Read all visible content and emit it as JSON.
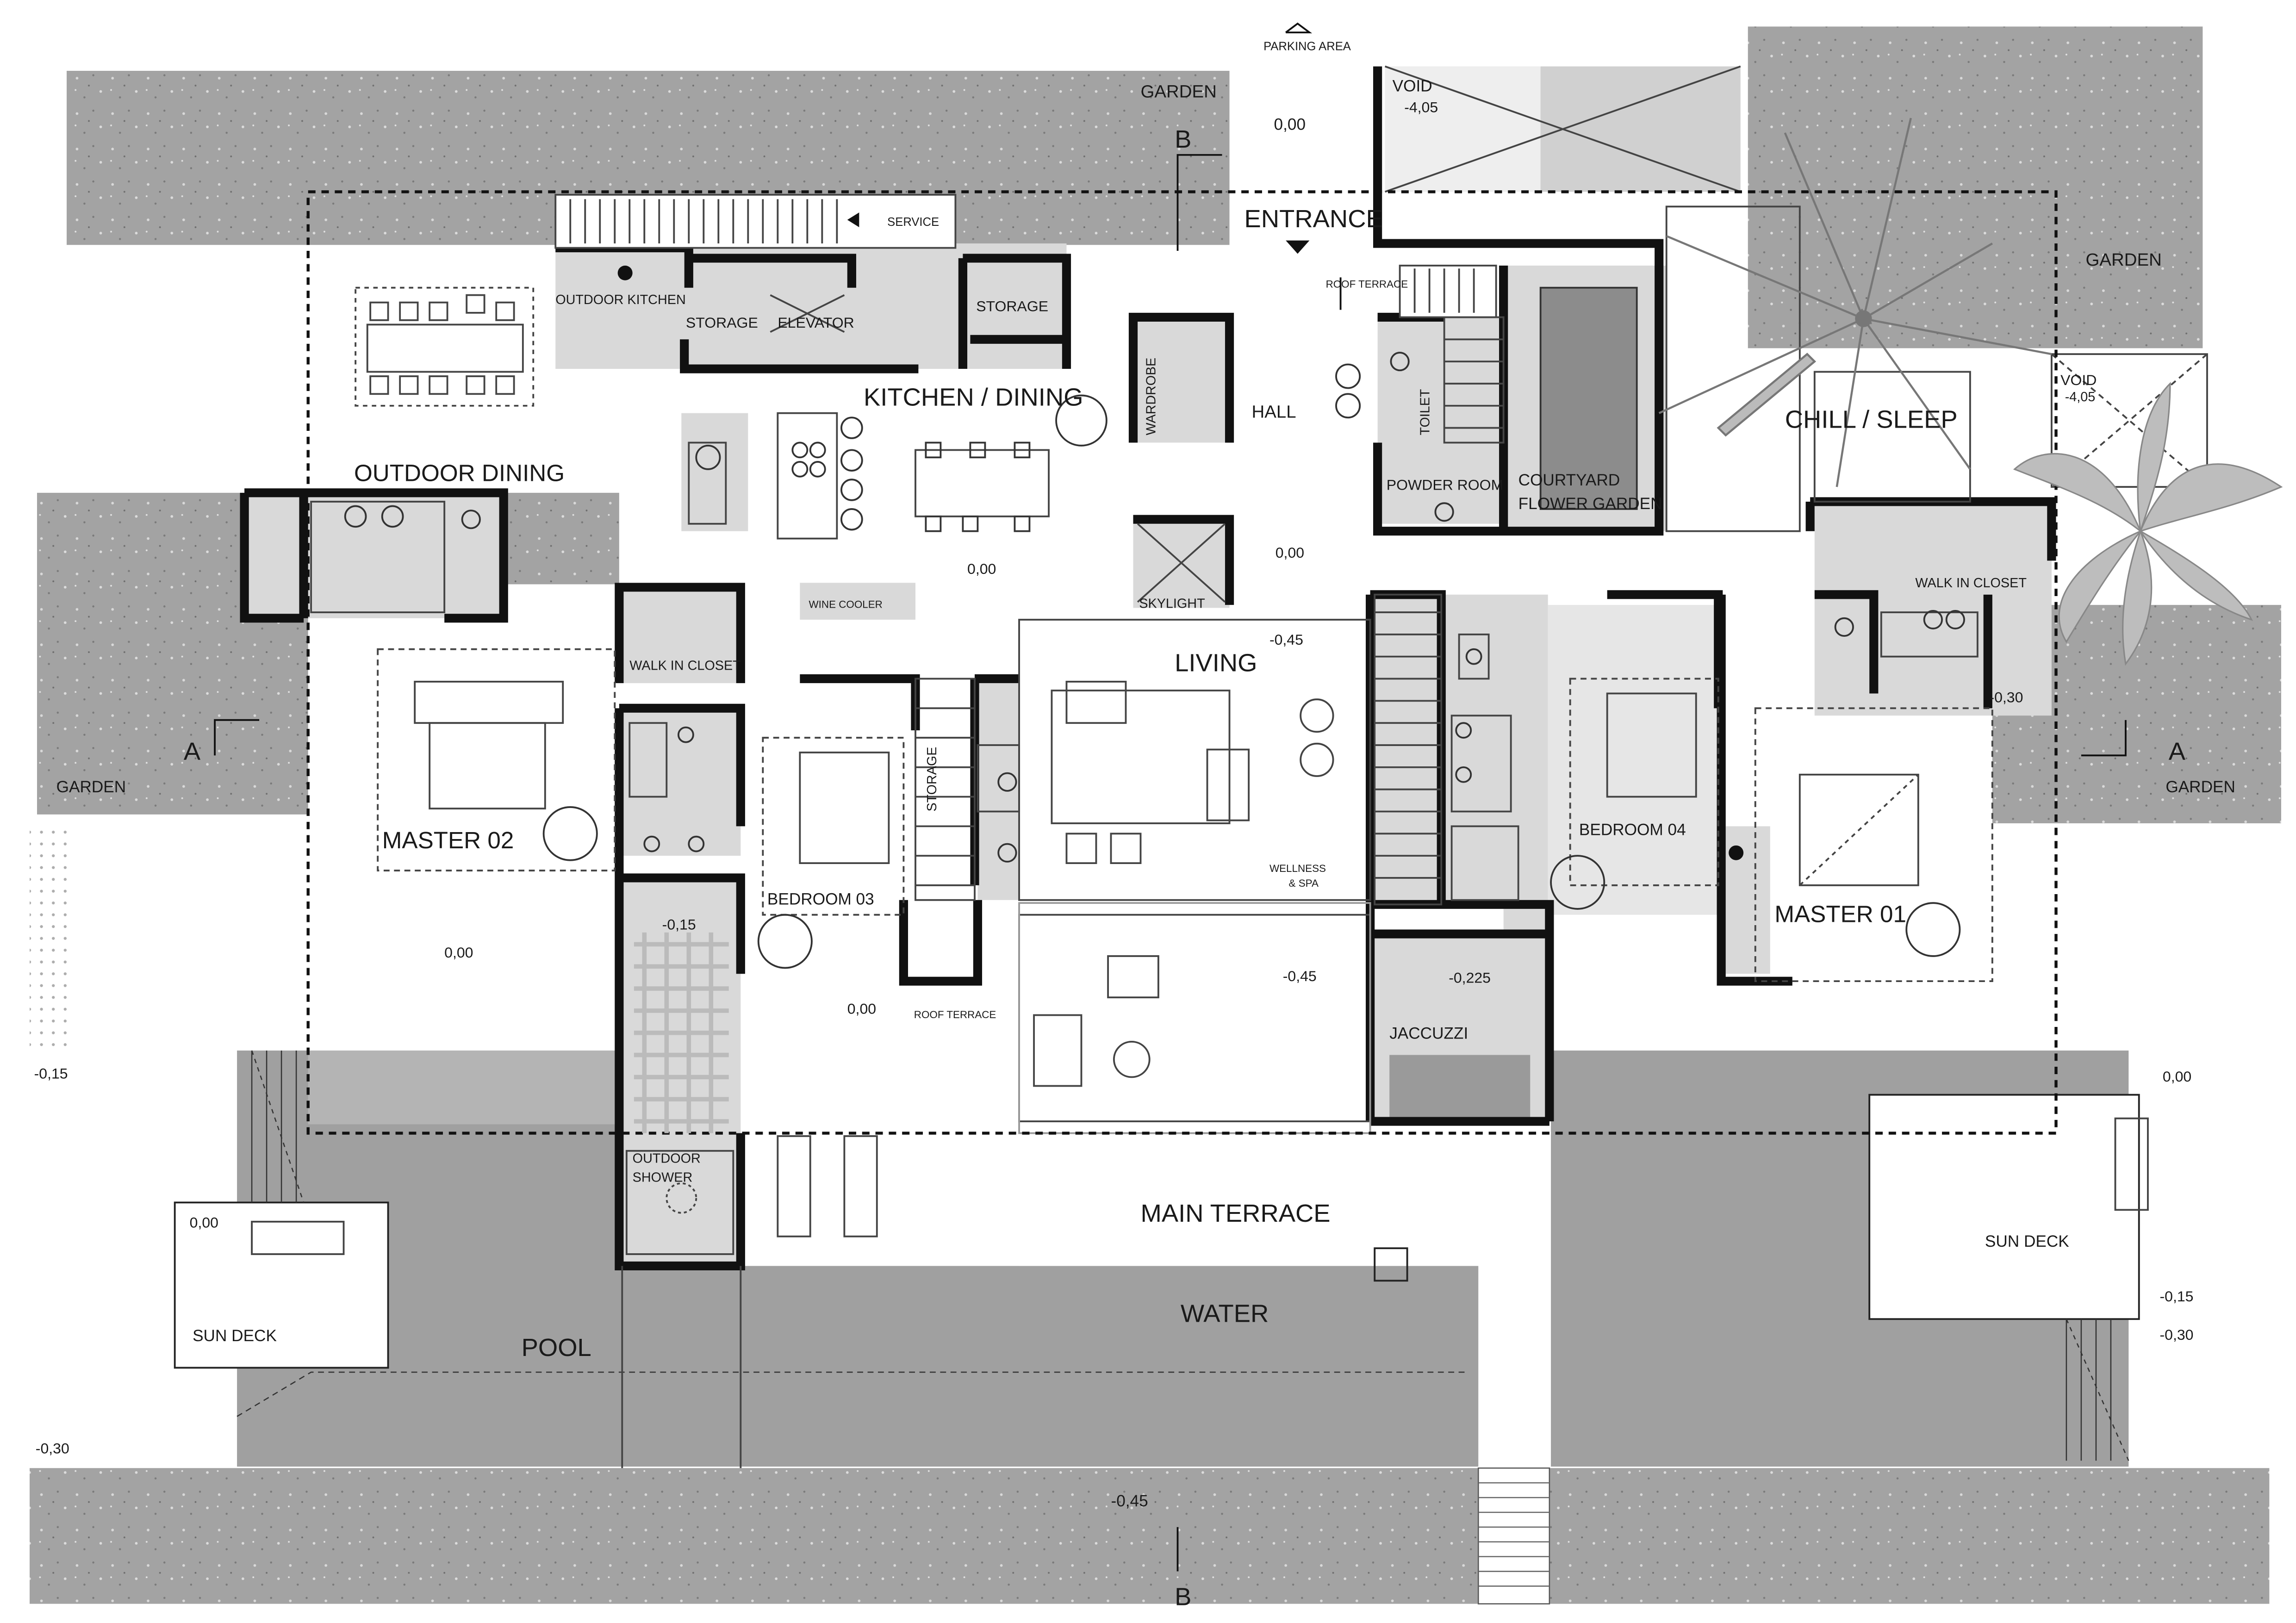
{
  "labels": {
    "parking_area": "PARKING AREA",
    "garden_top": "GARDEN",
    "elev_top": "0,00",
    "void_top": "VOID",
    "void_top_level": "-4,05",
    "section_b_top": "B",
    "service": "SERVICE",
    "entrance": "ENTRANCE",
    "roof_terrace_top": "ROOF TERRACE",
    "garden_top_right": "GARDEN",
    "outdoor_kitchen": "OUTDOOR KITCHEN",
    "storage_1": "STORAGE",
    "elevator": "ELEVATOR",
    "storage_2": "STORAGE",
    "wardrobe": "WARDROBE",
    "hall": "HALL",
    "toilet": "TOILET",
    "kitchen_dining": "KITCHEN / DINING",
    "chill_sleep": "CHILL / SLEEP",
    "void_right": "VOID",
    "void_right_level": "-4,05",
    "powder_room": "POWDER ROOM",
    "courtyard": "COURTYARD",
    "flower_garden": "FLOWER GARDEN",
    "outdoor_dining": "OUTDOOR DINING",
    "elev_kitchen": "0,00",
    "elev_hall": "0,00",
    "wine_cooler": "WINE COOLER",
    "skylight": "SKYLIGHT",
    "walk_in_closet_right": "WALK IN CLOSET",
    "walk_in_closet_left": "WALK IN CLOSET",
    "elev_living": "-0,45",
    "living": "LIVING",
    "elev_closet_right": "-0,30",
    "section_a_left": "A",
    "section_a_right": "A",
    "garden_left": "GARDEN",
    "garden_right": "GARDEN",
    "storage_3": "STORAGE",
    "master_02": "MASTER 02",
    "bedroom_04": "BEDROOM 04",
    "wellness_spa_1": "WELLNESS",
    "wellness_spa_2": "& SPA",
    "bedroom_03": "BEDROOM 03",
    "master_01": "MASTER 01",
    "elev_corridor": "-0,15",
    "elev_master02": "0,00",
    "elev_lounge": "-0,45",
    "elev_jacuzzi": "-0,225",
    "elev_bed03": "0,00",
    "roof_terrace_mid": "ROOF TERRACE",
    "jaccuzzi": "JACCUZZI",
    "elev_left_edge": "-0,15",
    "elev_right_deck": "0,00",
    "outdoor_shower_1": "OUTDOOR",
    "outdoor_shower_2": "SHOWER",
    "main_terrace": "MAIN TERRACE",
    "sun_deck_right": "SUN DECK",
    "elev_sundeck_left": "0,00",
    "water": "WATER",
    "sun_deck_left": "SUN DECK",
    "pool": "POOL",
    "elev_right_1": "-0,15",
    "elev_right_2": "-0,30",
    "elev_bottom_left": "-0,30",
    "elev_bottom": "-0,45",
    "section_b_bottom": "B"
  },
  "colors": {
    "ground": "#9e9e9e",
    "pool_water": "#9a9a9a",
    "room_fill": "#d6d6d6",
    "wall": "#111111",
    "line": "#444444"
  }
}
